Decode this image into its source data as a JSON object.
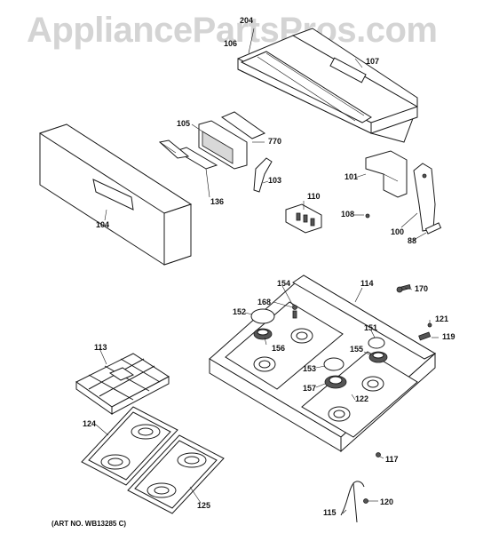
{
  "watermark": "AppliancePartsPros.com",
  "art_no": "(ART NO. WB13285 C)",
  "callouts": {
    "p204": "204",
    "p106": "106",
    "p107": "107",
    "p105": "105",
    "p770": "770",
    "p103": "103",
    "p136": "136",
    "p104": "104",
    "p101": "101",
    "p110": "110",
    "p108": "108",
    "p100": "100",
    "p88": "88",
    "p154": "154",
    "p114": "114",
    "p170": "170",
    "p168": "168",
    "p152": "152",
    "p151": "151",
    "p121": "121",
    "p119": "119",
    "p156": "156",
    "p155": "155",
    "p153": "153",
    "p157": "157",
    "p122": "122",
    "p113": "113",
    "p124": "124",
    "p125": "125",
    "p117": "117",
    "p115": "115",
    "p120": "120"
  }
}
